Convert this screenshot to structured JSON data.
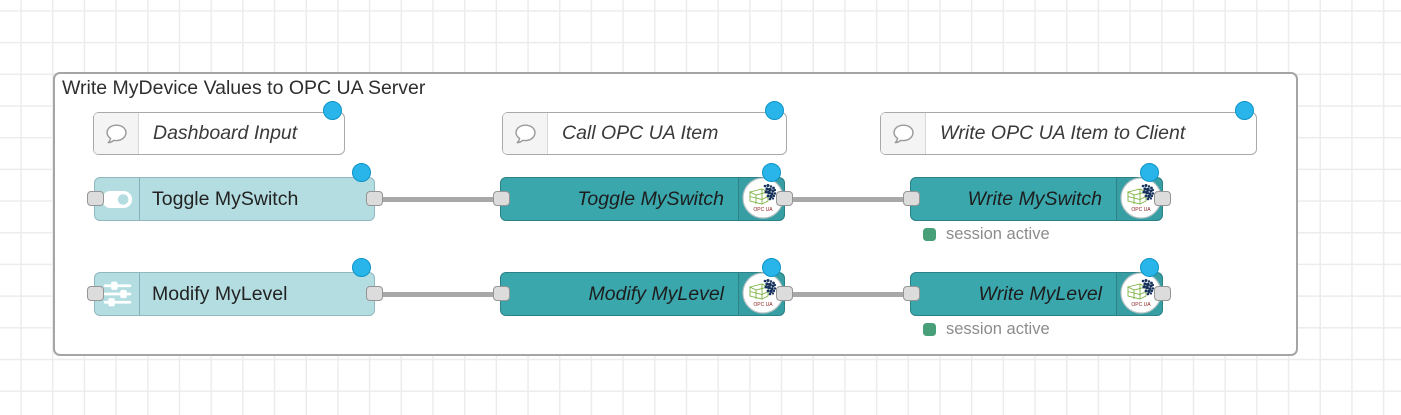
{
  "group": {
    "label": "Write MyDevice Values to OPC UA Server"
  },
  "comments": [
    {
      "label": "Dashboard Input"
    },
    {
      "label": "Call OPC UA Item"
    },
    {
      "label": "Write OPC UA Item to Client"
    }
  ],
  "ui_nodes": [
    {
      "label": "Toggle MySwitch",
      "icon": "toggle-switch-icon"
    },
    {
      "label": "Modify MyLevel",
      "icon": "sliders-icon"
    }
  ],
  "call_nodes": [
    {
      "label": "Toggle MySwitch"
    },
    {
      "label": "Modify MyLevel"
    }
  ],
  "write_nodes": [
    {
      "label": "Write MySwitch",
      "status_text": "session active"
    },
    {
      "label": "Write MyLevel",
      "status_text": "session active"
    }
  ],
  "badge_label": "OPC UA",
  "colors": {
    "ui_node_fill": "#b4dde1",
    "opcua_node_fill": "#3aa7ad",
    "changed_dot": "#29b5e9",
    "status_ok": "#47a078",
    "wire": "#a8a8a8",
    "group_border": "#a5a5a5"
  }
}
